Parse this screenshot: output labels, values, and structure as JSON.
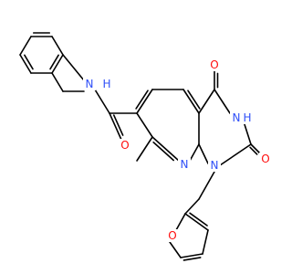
{
  "molecule": {
    "atom_labels": {
      "nh_amide": "N",
      "nh_amide_h": "H",
      "o_top": "O",
      "nh_ring": "N",
      "nh_ring_h": "H",
      "n_pyridine": "N",
      "n1": "N",
      "o_right": "O",
      "o_amide": "O",
      "o_furan": "O"
    },
    "colors": {
      "bond": "#000000",
      "nitrogen": "#3050F8",
      "oxygen": "#FF0D0D",
      "carbon": "#000000",
      "background": "#ffffff"
    }
  }
}
